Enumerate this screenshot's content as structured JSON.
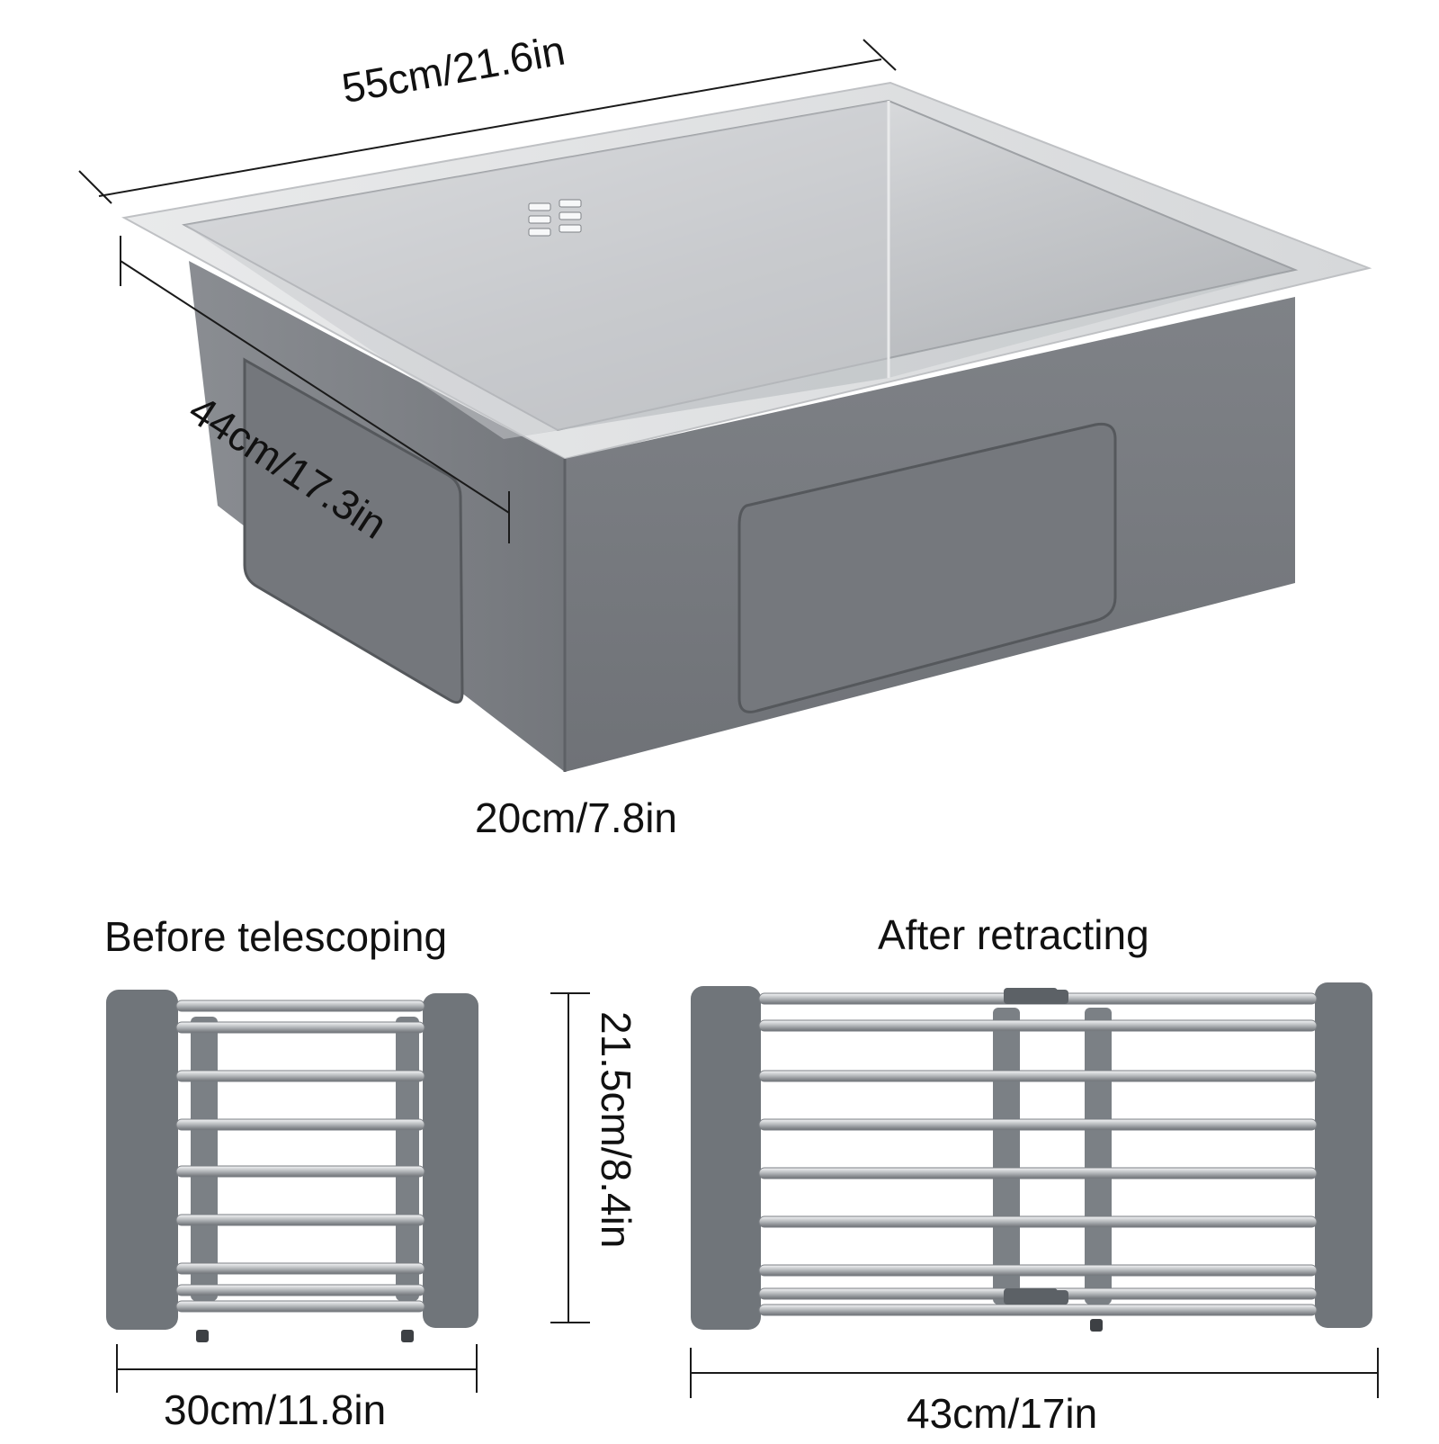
{
  "sink": {
    "width_label": "55cm/21.6in",
    "depth_label": "44cm/17.3in",
    "height_label": "20cm/7.8in"
  },
  "rack_before": {
    "title": "Before telescoping",
    "width_label": "30cm/11.8in"
  },
  "rack_after": {
    "title": "After retracting",
    "width_label": "43cm/17in"
  },
  "rack_depth_label": "21.5cm/8.4in",
  "colors": {
    "steel_light": "#e4e6e8",
    "steel_dark": "#9a9da1",
    "body_gray": "#7d8085",
    "rack_gray": "#6f7479",
    "dimension_line": "#1a1a1a"
  }
}
